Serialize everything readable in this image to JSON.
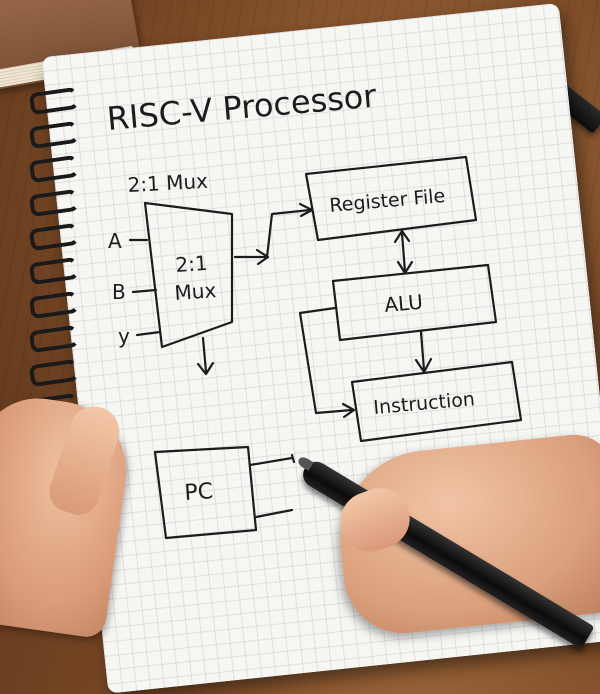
{
  "notebook": {
    "title": "RISC-V Processor",
    "mux_heading": "2:1 Mux",
    "mux_inputs": [
      "A",
      "B",
      "y"
    ],
    "mux_label_line1": "2:1",
    "mux_label_line2": "Mux",
    "blocks": {
      "register_file": "Register File",
      "alu": "ALU",
      "instruction": "Instruction",
      "pc": "PC"
    }
  },
  "colors": {
    "ink": "#1c1c1c",
    "paper": "#f6f6f3",
    "wood": "#7b4a26"
  }
}
